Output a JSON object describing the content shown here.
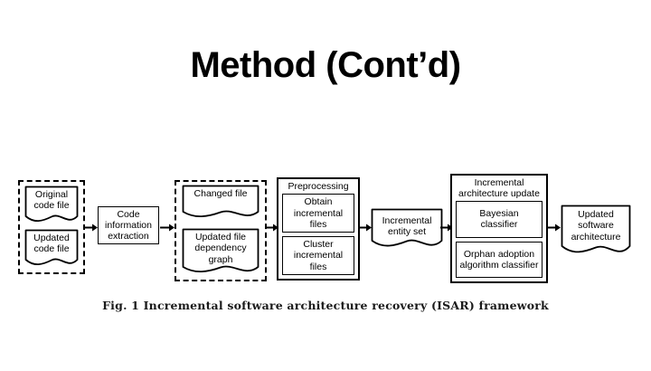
{
  "slide": {
    "title": "Method (Cont’d)",
    "background_color": "#ffffff",
    "ink_color": "#000000"
  },
  "figure": {
    "caption": "Fig. 1  Incremental software architecture recovery (ISAR) framework",
    "groups": [
      {
        "name": "input-code-files",
        "style": "dashed",
        "items": [
          {
            "label": "Original\ncode file",
            "shape": "document"
          },
          {
            "label": "Updated\ncode file",
            "shape": "document"
          }
        ]
      },
      {
        "name": "extracted-artifacts",
        "style": "dashed",
        "items": [
          {
            "label": "Changed file",
            "shape": "document"
          },
          {
            "label": "Updated file\ndependency\ngraph",
            "shape": "document"
          }
        ]
      }
    ],
    "nodes": {
      "code_information_extraction": {
        "label": "Code\ninformation\nextraction",
        "shape": "rectangle"
      },
      "preprocessing": {
        "title": "Preprocessing",
        "shape": "compound",
        "children": [
          "Obtain\nincremental\nfiles",
          "Cluster\nincremental\nfiles"
        ]
      },
      "incremental_entity_set": {
        "label": "Incremental\nentity set",
        "shape": "document"
      },
      "incremental_architecture_update": {
        "title": "Incremental\narchitecture update",
        "shape": "compound",
        "children": [
          "Bayesian\nclassifier",
          "Orphan adoption\nalgorithm classifier"
        ]
      },
      "updated_software_architecture": {
        "label": "Updated\nsoftware\narchitecture",
        "shape": "document"
      }
    },
    "arrows": [
      {
        "from": "input-code-files",
        "to": "code-information-extraction"
      },
      {
        "from": "code-information-extraction",
        "to": "extracted-artifacts"
      },
      {
        "from": "extracted-artifacts",
        "to": "preprocessing"
      },
      {
        "from": "preprocessing",
        "to": "incremental-entity-set"
      },
      {
        "from": "incremental-entity-set",
        "to": "incremental-architecture-update"
      },
      {
        "from": "incremental-architecture-update",
        "to": "updated-software-architecture"
      }
    ]
  }
}
